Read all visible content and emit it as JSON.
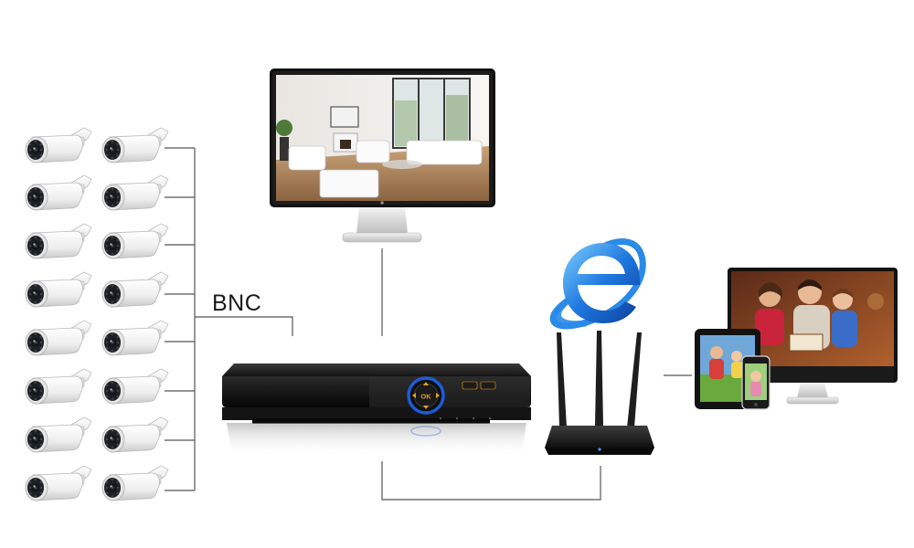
{
  "diagram": {
    "connection_label": "BNC",
    "dvr": {
      "button_label": "OK"
    },
    "cameras": {
      "columns": 2,
      "rows": 8
    },
    "colors": {
      "wire": "#555555",
      "device_black": "#1a1a1a",
      "dvr_ring": "#1e5bd6",
      "dvr_accent": "#e0a020",
      "ie_blue": "#1f6fd6",
      "ie_ring": "#2a8ae8",
      "camera_white": "#f4f4f4"
    },
    "icons": [
      "camera-icon",
      "monitor-icon",
      "dvr-icon",
      "router-icon",
      "internet-explorer-icon",
      "tablet-icon",
      "smartphone-icon",
      "desktop-monitor-icon"
    ]
  }
}
